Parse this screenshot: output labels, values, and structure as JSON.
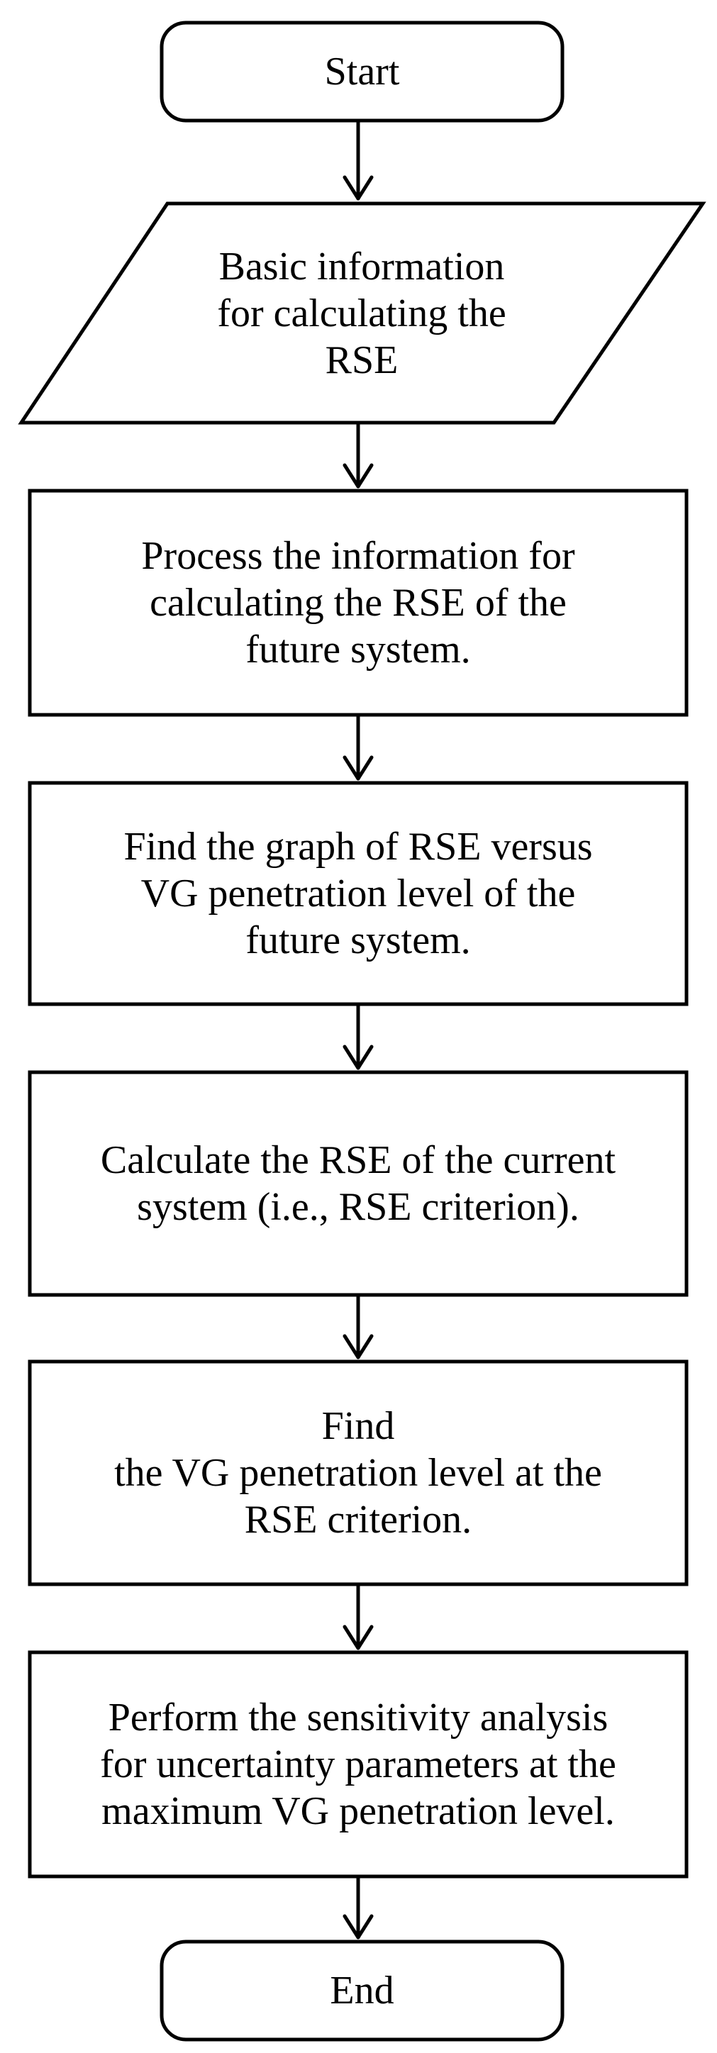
{
  "flowchart": {
    "start": {
      "label": "Start"
    },
    "input": {
      "label": "Basic information\nfor calculating  the\nRSE"
    },
    "steps": [
      {
        "label": "Process the information for\ncalculating  the RSE of the\nfuture system."
      },
      {
        "label": "Find the graph of RSE versus\nVG penetration level  of the\nfuture system."
      },
      {
        "label": "Calculate the RSE of the current\nsystem (i.e., RSE criterion)."
      },
      {
        "label": "Find\nthe VG penetration level at the\nRSE criterion."
      },
      {
        "label": "Perform the sensitivity  analysis\nfor uncertainty parameters at the\nmaximum VG penetration level."
      }
    ],
    "end": {
      "label": "End"
    },
    "colors": {
      "stroke": "#000000",
      "fill": "#ffffff"
    }
  }
}
